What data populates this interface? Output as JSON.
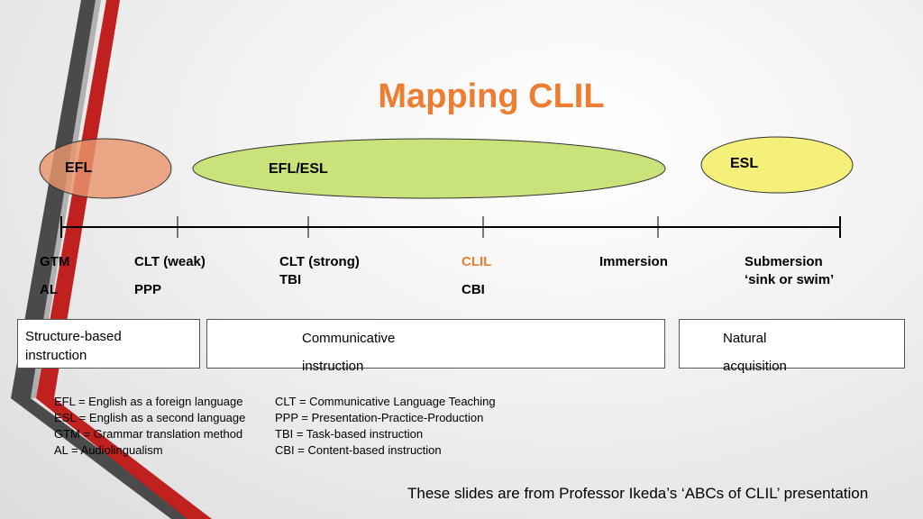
{
  "title": "Mapping CLIL",
  "colors": {
    "title": "#ed7d31",
    "clil": "#ed7d31",
    "efl_oval": "#e8956c",
    "efl_esl_oval": "#c9e27a",
    "esl_oval": "#f5f07a",
    "stripe_gray": "#4a4a4a",
    "stripe_red": "#c0211f"
  },
  "ovals": {
    "efl": "EFL",
    "efl_esl": "EFL/ESL",
    "esl": "ESL"
  },
  "continuum": {
    "gtm": "GTM",
    "al": "AL",
    "clt_weak": "CLT (weak)",
    "ppp": "PPP",
    "clt_strong": "CLT (strong)",
    "tbi": "TBI",
    "clil": "CLIL",
    "cbi": "CBI",
    "immersion": "Immersion",
    "submersion": "Submersion",
    "sink_or_swim": "‘sink or swim’"
  },
  "boxes": {
    "structure_line1": "Structure-based",
    "structure_line2": "instruction",
    "communicative_line1": "Communicative",
    "communicative_line2": "instruction",
    "natural_line1": "Natural",
    "natural_line2": "acquisition"
  },
  "legend": {
    "left": [
      "EFL = English as a foreign language",
      "ESL = English as a second language",
      "GTM = Grammar translation method",
      "AL = Audiolingualism"
    ],
    "right": [
      "CLT = Communicative Language Teaching",
      "PPP = Presentation-Practice-Production",
      "TBI = Task-based instruction",
      "CBI = Content-based instruction"
    ]
  },
  "credit": "These slides are from Professor Ikeda’s ‘ABCs of CLIL’ presentation"
}
